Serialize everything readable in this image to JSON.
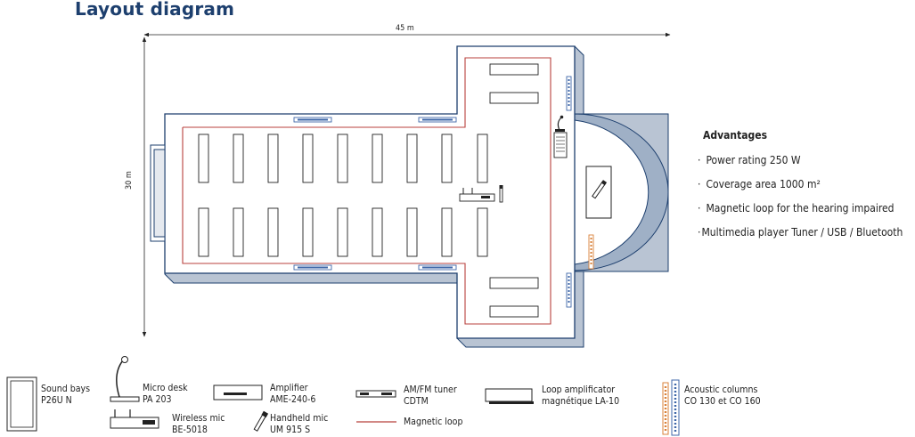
{
  "title": "Layout diagram",
  "dimensions": {
    "width_label": "45 m",
    "height_label": "30 m"
  },
  "advantages": {
    "title": "Advantages",
    "items": [
      {
        "bullet": "·",
        "text": "Power rating 250 W"
      },
      {
        "bullet": "·",
        "text": "Coverage area  1000 m²"
      },
      {
        "bullet": "·",
        "text": "Magnetic loop for the hearing impaired"
      },
      {
        "bullet": "·",
        "text": "Multimedia player Tuner / USB / Bluetooth"
      }
    ]
  },
  "legend": {
    "sound_bays": {
      "line1": "Sound bays",
      "line2": "P26U N"
    },
    "micro_desk": {
      "line1": "Micro desk",
      "line2": "PA 203"
    },
    "wireless_mic": {
      "line1": "Wireless mic",
      "line2": "BE-5018"
    },
    "amplifier": {
      "line1": "Amplifier",
      "line2": "AME-240-6"
    },
    "handheld_mic": {
      "line1": "Handheld mic",
      "line2": "UM 915 S"
    },
    "tuner": {
      "line1": "AM/FM tuner",
      "line2": "CDTM"
    },
    "magnetic_loop": {
      "line1": "Magnetic loop"
    },
    "loop_amplifier": {
      "line1": "Loop amplificator",
      "line2": "magnétique LA-10"
    },
    "acoustic_columns": {
      "line1": "Acoustic columns",
      "line2": "CO 130 et CO 160"
    }
  },
  "colors": {
    "title": "#1d3f6e",
    "wall": "#1d3f6e",
    "loop": "#b8403c",
    "column_blue": "#3f67a8",
    "column_orange": "#d9823a"
  }
}
